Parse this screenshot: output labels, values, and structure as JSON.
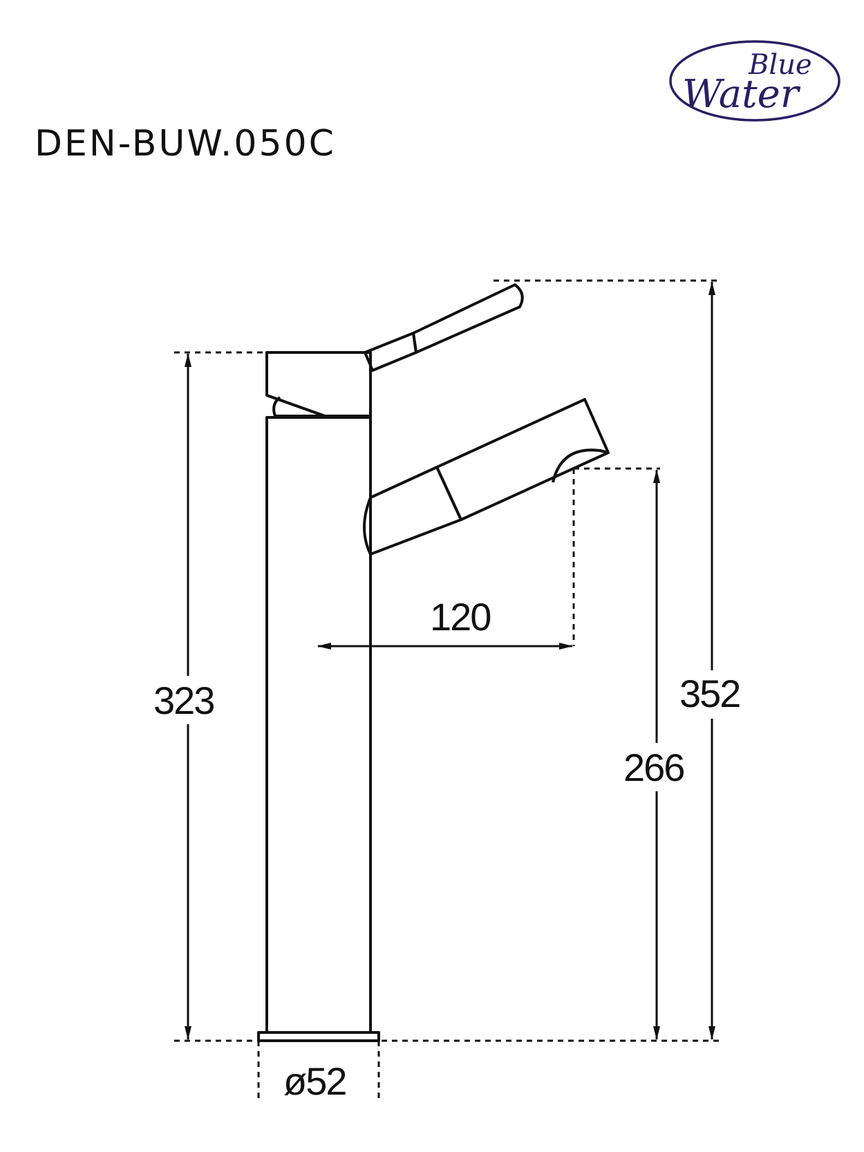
{
  "model_code": "DEN-BUW.050C",
  "brand": {
    "word1": "Blue",
    "word2": "Water",
    "color": "#2a1f63"
  },
  "dimensions": {
    "total_height": "352",
    "body_height": "323",
    "spout_height": "266",
    "spout_reach": "120",
    "base_diameter": "ø52"
  },
  "colors": {
    "line": "#111111",
    "background": "#ffffff"
  }
}
